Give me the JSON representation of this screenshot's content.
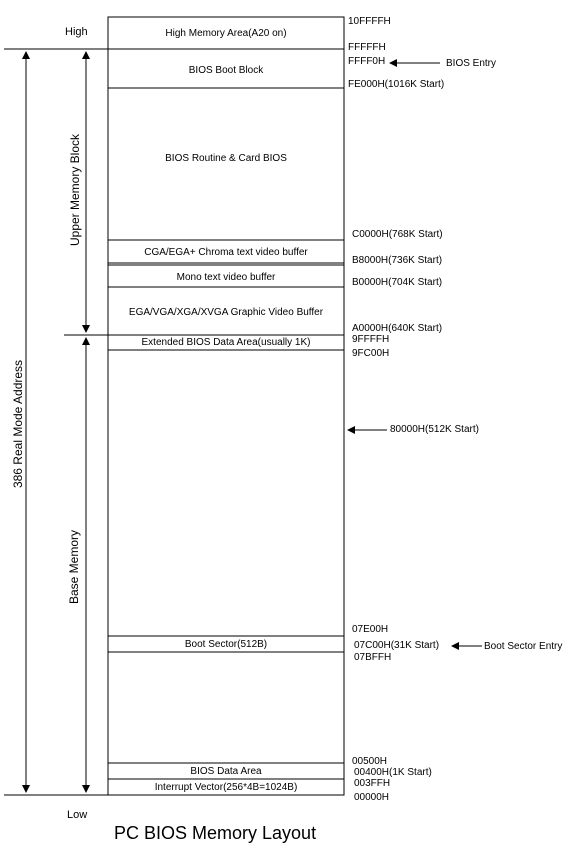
{
  "title": "PC BIOS Memory Layout",
  "axis": {
    "high": "High",
    "low": "Low",
    "real_mode": "386 Real Mode Address",
    "upper_block": "Upper Memory Block",
    "base_memory": "Base Memory"
  },
  "segments": {
    "hma": "High Memory Area(A20 on)",
    "boot_block": "BIOS Boot Block",
    "routine": "BIOS Routine & Card BIOS",
    "cga": "CGA/EGA+ Chroma text video buffer",
    "mono": "Mono text video buffer",
    "ega": "EGA/VGA/XGA/XVGA Graphic Video Buffer",
    "ebda": "Extended BIOS Data Area(usually 1K)",
    "boot_sector": "Boot Sector(512B)",
    "bda": "BIOS Data Area",
    "ivt": "Interrupt Vector(256*4B=1024B)"
  },
  "addresses": {
    "a10ffff": "10FFFFH",
    "affff": "FFFFFH",
    "afff0": "FFFF0H",
    "afe000": "FE000H(1016K Start)",
    "ac0000": "C0000H(768K Start)",
    "ab8000": "B8000H(736K Start)",
    "ab0000": "B0000H(704K Start)",
    "aa0000": "A0000H(640K Start)",
    "a9ffff": "9FFFFH",
    "a9fc00": "9FC00H",
    "a80000": "80000H(512K Start)",
    "a7e00": "07E00H",
    "a7c00": "07C00H(31K Start)",
    "a7bff": "07BFFH",
    "a500": "00500H",
    "a400": "00400H(1K Start)",
    "a3ff": "003FFH",
    "a0": "00000H"
  },
  "pointers": {
    "bios_entry": "BIOS Entry",
    "boot_sector_entry": "Boot Sector Entry"
  }
}
